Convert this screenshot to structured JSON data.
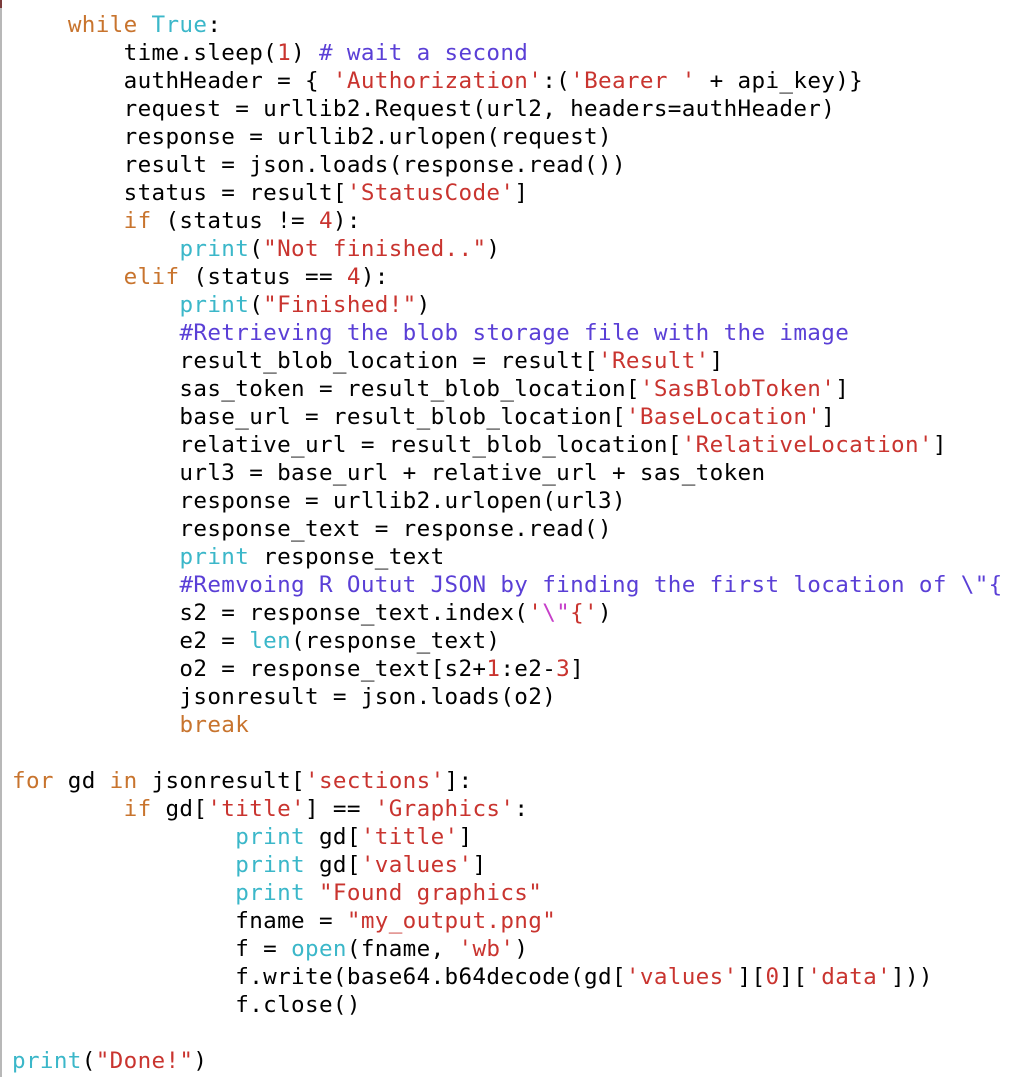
{
  "editor": {
    "language": "python",
    "colors": {
      "keyword": "#c8742e",
      "builtin": "#3bb7c9",
      "string": "#c9342f",
      "number": "#c9342f",
      "comment": "#5a3fd6",
      "escape": "#c63fc9",
      "text": "#000000"
    },
    "lines": [
      [
        {
          "t": "    "
        },
        {
          "t": "while",
          "c": "kw"
        },
        {
          "t": " "
        },
        {
          "t": "True",
          "c": "bi"
        },
        {
          "t": ":"
        }
      ],
      [
        {
          "t": "        time.sleep("
        },
        {
          "t": "1",
          "c": "num"
        },
        {
          "t": ") "
        },
        {
          "t": "# wait a second",
          "c": "cm"
        }
      ],
      [
        {
          "t": "        authHeader = { "
        },
        {
          "t": "'Authorization'",
          "c": "str"
        },
        {
          "t": ":("
        },
        {
          "t": "'Bearer '",
          "c": "str"
        },
        {
          "t": " + api_key)}"
        }
      ],
      [
        {
          "t": "        request = urllib2.Request(url2, headers=authHeader)"
        }
      ],
      [
        {
          "t": "        response = urllib2.urlopen(request)"
        }
      ],
      [
        {
          "t": "        result = json.loads(response.read())"
        }
      ],
      [
        {
          "t": "        status = result["
        },
        {
          "t": "'StatusCode'",
          "c": "str"
        },
        {
          "t": "]"
        }
      ],
      [
        {
          "t": "        "
        },
        {
          "t": "if",
          "c": "kw"
        },
        {
          "t": " (status != "
        },
        {
          "t": "4",
          "c": "num"
        },
        {
          "t": "):"
        }
      ],
      [
        {
          "t": "            "
        },
        {
          "t": "print",
          "c": "bi"
        },
        {
          "t": "("
        },
        {
          "t": "\"Not finished..\"",
          "c": "str"
        },
        {
          "t": ")"
        }
      ],
      [
        {
          "t": "        "
        },
        {
          "t": "elif",
          "c": "kw"
        },
        {
          "t": " (status == "
        },
        {
          "t": "4",
          "c": "num"
        },
        {
          "t": "):"
        }
      ],
      [
        {
          "t": "            "
        },
        {
          "t": "print",
          "c": "bi"
        },
        {
          "t": "("
        },
        {
          "t": "\"Finished!\"",
          "c": "str"
        },
        {
          "t": ")"
        }
      ],
      [
        {
          "t": "            "
        },
        {
          "t": "#Retrieving the blob storage file with the image",
          "c": "cm"
        }
      ],
      [
        {
          "t": "            result_blob_location = result["
        },
        {
          "t": "'Result'",
          "c": "str"
        },
        {
          "t": "]"
        }
      ],
      [
        {
          "t": "            sas_token = result_blob_location["
        },
        {
          "t": "'SasBlobToken'",
          "c": "str"
        },
        {
          "t": "]"
        }
      ],
      [
        {
          "t": "            base_url = result_blob_location["
        },
        {
          "t": "'BaseLocation'",
          "c": "str"
        },
        {
          "t": "]"
        }
      ],
      [
        {
          "t": "            relative_url = result_blob_location["
        },
        {
          "t": "'RelativeLocation'",
          "c": "str"
        },
        {
          "t": "]"
        }
      ],
      [
        {
          "t": "            url3 = base_url + relative_url + sas_token"
        }
      ],
      [
        {
          "t": "            response = urllib2.urlopen(url3)"
        }
      ],
      [
        {
          "t": "            response_text = response.read()"
        }
      ],
      [
        {
          "t": "            "
        },
        {
          "t": "print",
          "c": "bi"
        },
        {
          "t": " response_text"
        }
      ],
      [
        {
          "t": "            "
        },
        {
          "t": "#Remvoing R Outut JSON by finding the first location of \\\"{",
          "c": "cm"
        }
      ],
      [
        {
          "t": "            s2 = response_text.index("
        },
        {
          "t": "'",
          "c": "str"
        },
        {
          "t": "\\\"",
          "c": "esc"
        },
        {
          "t": "{'",
          "c": "str"
        },
        {
          "t": ")"
        }
      ],
      [
        {
          "t": "            e2 = "
        },
        {
          "t": "len",
          "c": "bi"
        },
        {
          "t": "(response_text)"
        }
      ],
      [
        {
          "t": "            o2 = response_text[s2+"
        },
        {
          "t": "1",
          "c": "num"
        },
        {
          "t": ":e2-"
        },
        {
          "t": "3",
          "c": "num"
        },
        {
          "t": "]"
        }
      ],
      [
        {
          "t": "            jsonresult = json.loads(o2)"
        }
      ],
      [
        {
          "t": "            "
        },
        {
          "t": "break",
          "c": "kw"
        }
      ],
      [
        {
          "t": ""
        }
      ],
      [
        {
          "t": "for",
          "c": "kw"
        },
        {
          "t": " gd "
        },
        {
          "t": "in",
          "c": "kw"
        },
        {
          "t": " jsonresult["
        },
        {
          "t": "'sections'",
          "c": "str"
        },
        {
          "t": "]:"
        }
      ],
      [
        {
          "t": "        "
        },
        {
          "t": "if",
          "c": "kw"
        },
        {
          "t": " gd["
        },
        {
          "t": "'title'",
          "c": "str"
        },
        {
          "t": "] == "
        },
        {
          "t": "'Graphics'",
          "c": "str"
        },
        {
          "t": ":"
        }
      ],
      [
        {
          "t": "                "
        },
        {
          "t": "print",
          "c": "bi"
        },
        {
          "t": " gd["
        },
        {
          "t": "'title'",
          "c": "str"
        },
        {
          "t": "]"
        }
      ],
      [
        {
          "t": "                "
        },
        {
          "t": "print",
          "c": "bi"
        },
        {
          "t": " gd["
        },
        {
          "t": "'values'",
          "c": "str"
        },
        {
          "t": "]"
        }
      ],
      [
        {
          "t": "                "
        },
        {
          "t": "print",
          "c": "bi"
        },
        {
          "t": " "
        },
        {
          "t": "\"Found graphics\"",
          "c": "str"
        }
      ],
      [
        {
          "t": "                fname = "
        },
        {
          "t": "\"my_output.png\"",
          "c": "str"
        }
      ],
      [
        {
          "t": "                f = "
        },
        {
          "t": "open",
          "c": "bi"
        },
        {
          "t": "(fname, "
        },
        {
          "t": "'wb'",
          "c": "str"
        },
        {
          "t": ")"
        }
      ],
      [
        {
          "t": "                f.write(base64.b64decode(gd["
        },
        {
          "t": "'values'",
          "c": "str"
        },
        {
          "t": "]["
        },
        {
          "t": "0",
          "c": "num"
        },
        {
          "t": "]["
        },
        {
          "t": "'data'",
          "c": "str"
        },
        {
          "t": "]))"
        }
      ],
      [
        {
          "t": "                f.close()"
        }
      ],
      [
        {
          "t": ""
        }
      ],
      [
        {
          "t": "print",
          "c": "bi"
        },
        {
          "t": "("
        },
        {
          "t": "\"Done!\"",
          "c": "str"
        },
        {
          "t": ")"
        }
      ]
    ]
  }
}
